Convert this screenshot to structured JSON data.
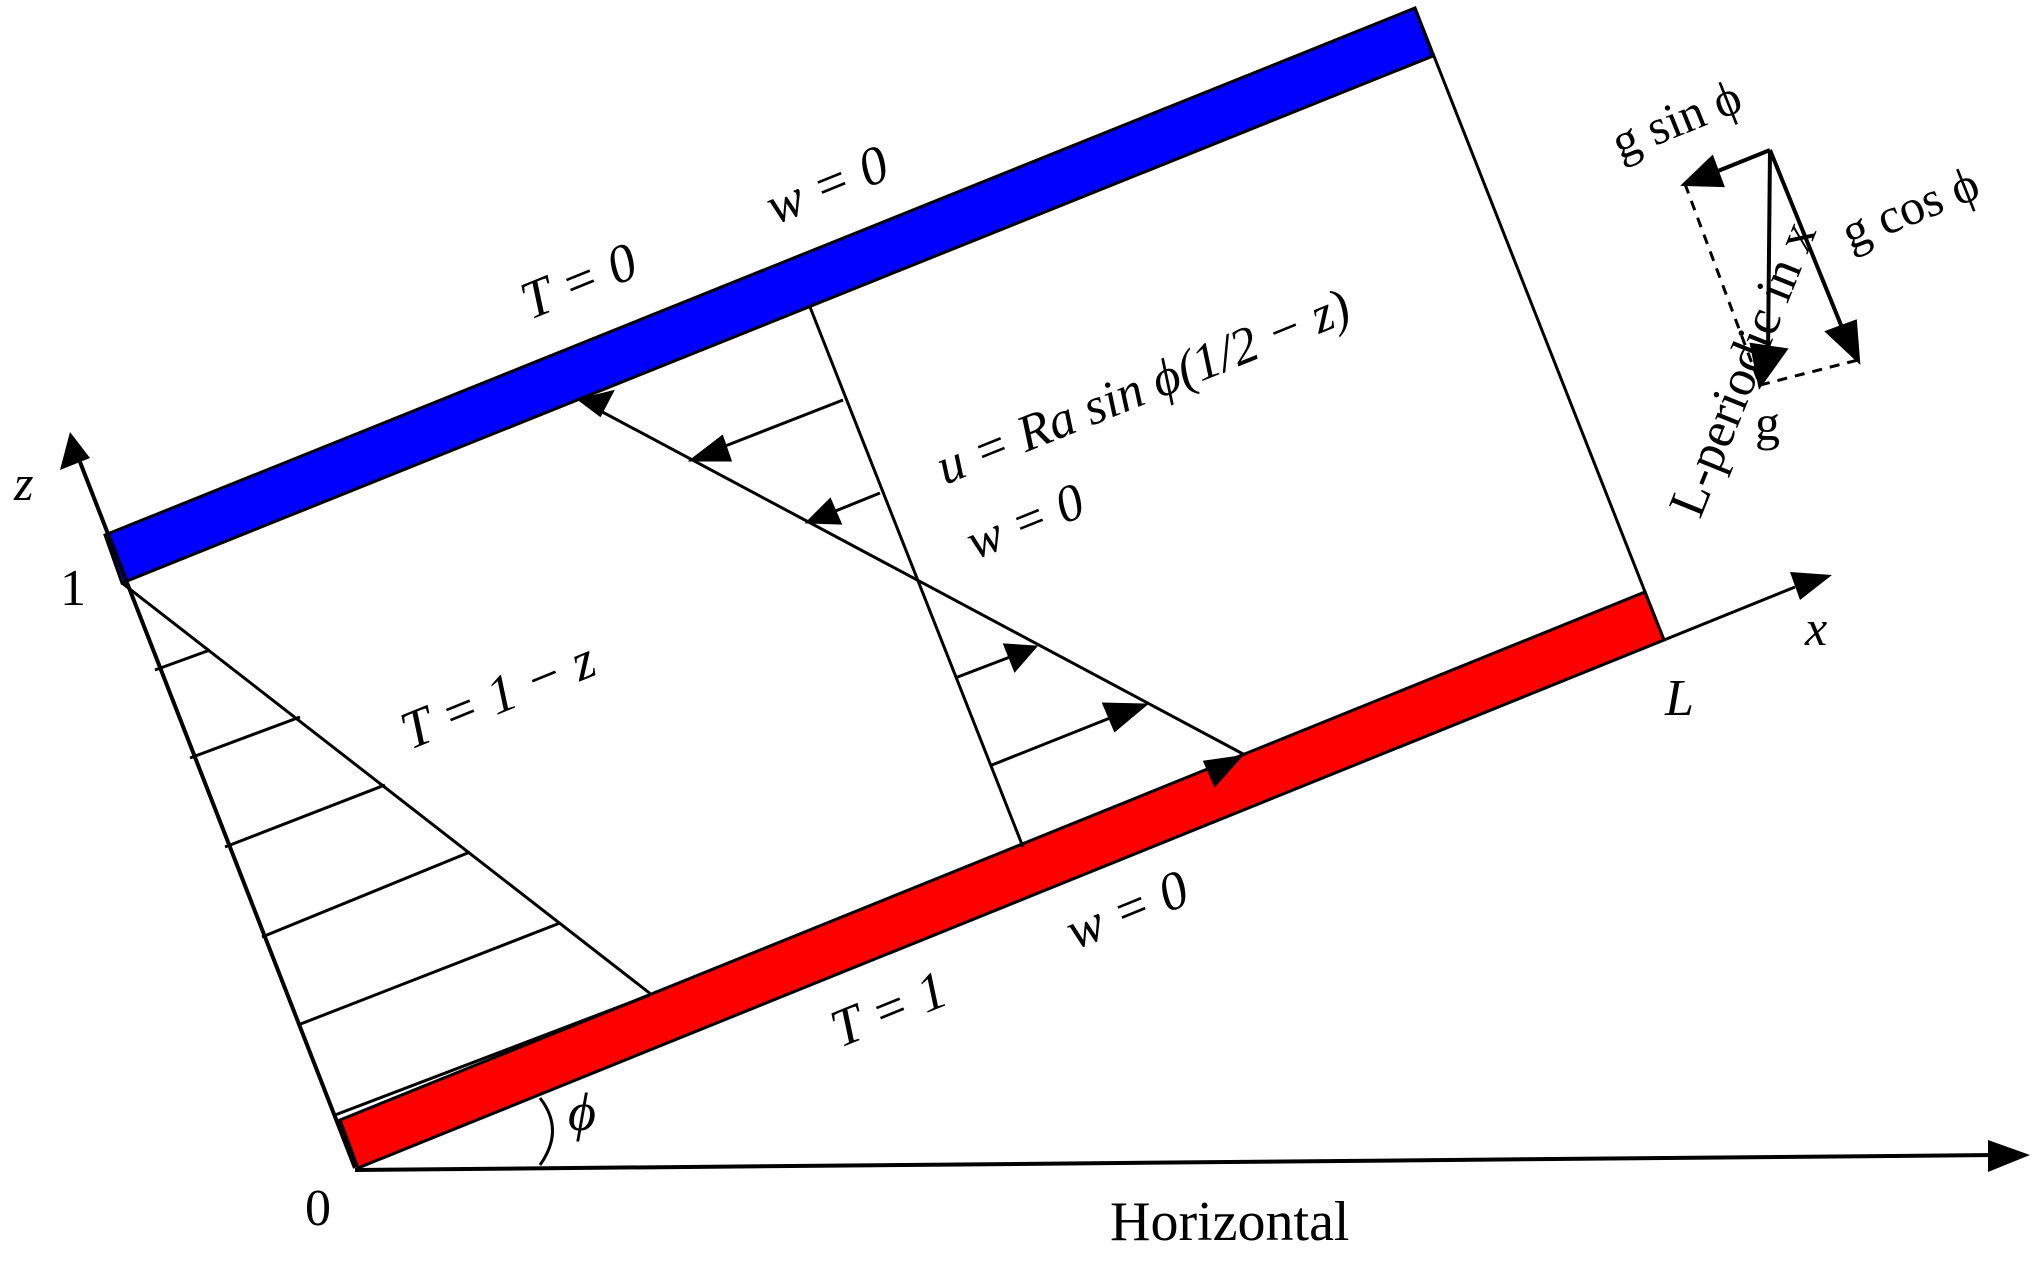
{
  "labels": {
    "horizontal": "Horizontal",
    "origin": "0",
    "one": "1",
    "z_axis": "z",
    "x_axis": "x",
    "L": "L",
    "phi": "ϕ",
    "top_T": "T = 0",
    "top_w": "w = 0",
    "bottom_T": "T = 1",
    "bottom_w": "w = 0",
    "profile_T": "T = 1 − z",
    "profile_u": "u = Ra sin ϕ(1/2 − z)",
    "profile_w": "w = 0",
    "periodic": "L-periodic in x",
    "g_sin": "g sin ϕ",
    "g_cos": "g cos ϕ",
    "g": "g"
  },
  "colors": {
    "cold_wall": "#0000ff",
    "hot_wall": "#ff0000",
    "line": "#000000"
  }
}
